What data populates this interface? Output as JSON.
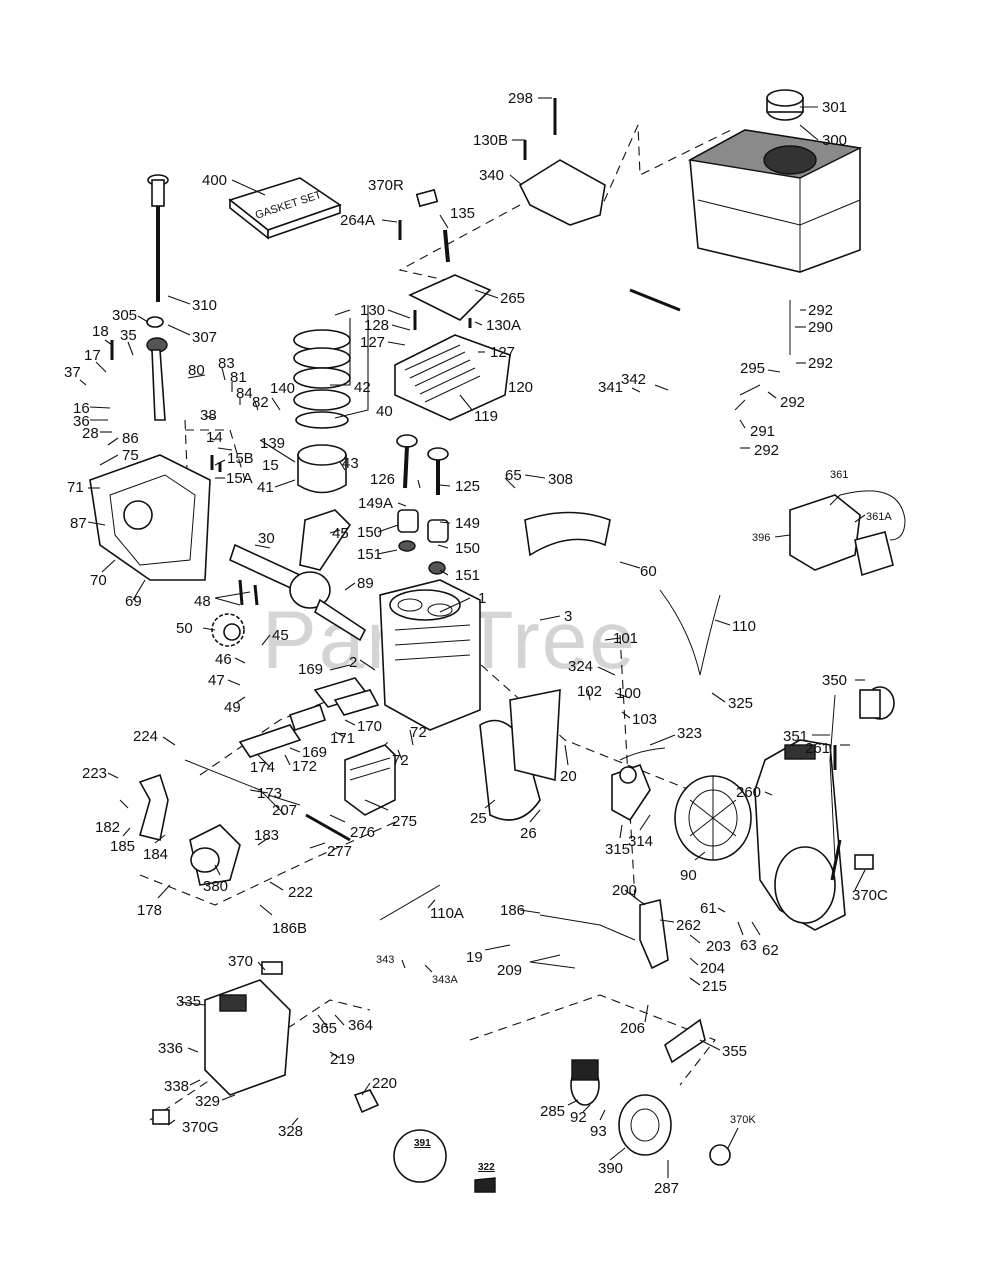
{
  "diagram": {
    "watermark": "PartsTree",
    "gasket_set_text": "GASKET SET",
    "callouts": {
      "c298": "298",
      "c301": "301",
      "c300": "300",
      "c130B": "130B",
      "c340": "340",
      "c370R": "370R",
      "c400": "400",
      "c135": "135",
      "c264A": "264A",
      "c265": "265",
      "c310": "310",
      "c305": "305",
      "c307": "307",
      "c130": "130",
      "c128": "128",
      "c130A": "130A",
      "c127a": "127",
      "c127b": "127",
      "c292a": "292",
      "c290": "290",
      "c295": "295",
      "c292b": "292",
      "c292c": "292",
      "c291": "291",
      "c292d": "292",
      "c18": "18",
      "c35": "35",
      "c17": "17",
      "c37": "37",
      "c80": "80",
      "c83": "83",
      "c81": "81",
      "c84": "84",
      "c82": "82",
      "c140": "140",
      "c42": "42",
      "c40": "40",
      "c120": "120",
      "c119": "119",
      "c341": "341",
      "c342": "342",
      "c16": "16",
      "c36": "36",
      "c38": "38",
      "c28": "28",
      "c86": "86",
      "c14": "14",
      "c139": "139",
      "c15B": "15B",
      "c15": "15",
      "c15A": "15A",
      "c43": "43",
      "c41": "41",
      "c75": "75",
      "c71": "71",
      "c126": "126",
      "c125": "125",
      "c65": "65",
      "c308": "308",
      "c149A": "149A",
      "c149": "149",
      "c150a": "150",
      "c150b": "150",
      "c151a": "151",
      "c151b": "151",
      "c361": "361",
      "c361A": "361A",
      "c396": "396",
      "c87": "87",
      "c70": "70",
      "c69": "69",
      "c30": "30",
      "c45a": "45",
      "c60": "60",
      "c89": "89",
      "c48": "48",
      "c1": "1",
      "c3": "3",
      "c50": "50",
      "c110": "110",
      "c101": "101",
      "c45b": "45",
      "c46": "46",
      "c169a": "169",
      "c2": "2",
      "c324": "324",
      "c102": "102",
      "c100": "100",
      "c325": "325",
      "c350": "350",
      "c47": "47",
      "c49": "49",
      "c170": "170",
      "c171": "171",
      "c103": "103",
      "c323": "323",
      "c224": "224",
      "c169b": "169",
      "c72a": "72",
      "c72b": "72",
      "c351": "351",
      "c261": "261",
      "c223": "223",
      "c174": "174",
      "c172": "172",
      "c20": "20",
      "c260": "260",
      "c173": "173",
      "c182": "182",
      "c207": "207",
      "c25": "25",
      "c26": "26",
      "c185": "185",
      "c184": "184",
      "c183": "183",
      "c276": "276",
      "c275": "275",
      "c315": "315",
      "c314": "314",
      "c90": "90",
      "c277": "277",
      "c380": "380",
      "c222": "222",
      "c178": "178",
      "c200": "200",
      "c370C": "370C",
      "c186": "186",
      "c61": "61",
      "c262": "262",
      "c110A": "110A",
      "c186B": "186B",
      "c203": "203",
      "c63": "63",
      "c62": "62",
      "c19": "19",
      "c343": "343",
      "c343A": "343A",
      "c209": "209",
      "c204": "204",
      "c370": "370",
      "c215": "215",
      "c335": "335",
      "c365": "365",
      "c364": "364",
      "c206": "206",
      "c355": "355",
      "c336": "336",
      "c219": "219",
      "c220": "220",
      "c338": "338",
      "c285": "285",
      "c92": "92",
      "c93": "93",
      "c370K": "370K",
      "c329": "329",
      "c370G": "370G",
      "c328": "328",
      "c390": "390",
      "c287": "287",
      "c391": "391",
      "c322": "322"
    }
  },
  "colors": {
    "ink": "#111111",
    "watermark": "#d4d4d4",
    "background": "#ffffff"
  }
}
